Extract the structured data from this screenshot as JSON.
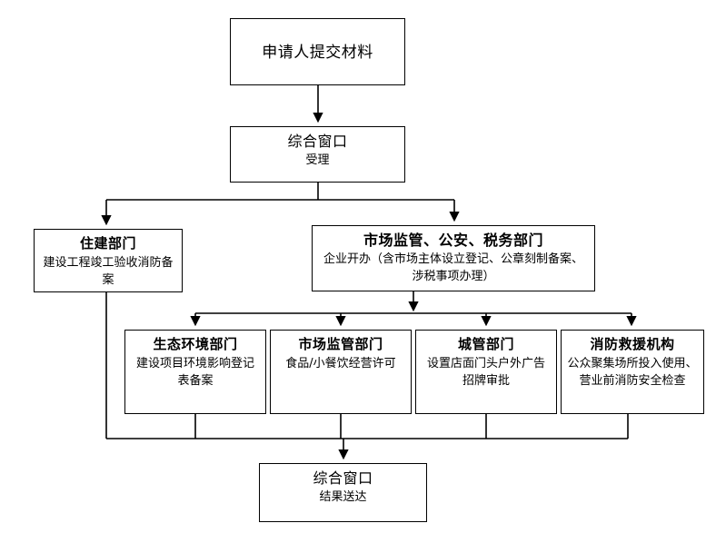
{
  "diagram": {
    "type": "flowchart",
    "orientation": "top-down",
    "background_color": "#ffffff",
    "line_color": "#000000",
    "box_border_color": "#000000",
    "nodes": [
      {
        "id": "apply",
        "title": "申请人提交材料",
        "body": ""
      },
      {
        "id": "window_in",
        "title": "综合窗口",
        "body": "受理"
      },
      {
        "id": "housing",
        "title": "住建部门",
        "body": "建设工程竣工验收消防备案"
      },
      {
        "id": "market_public_tax",
        "title": "市场监管、公安、税务部门",
        "body": "企业开办（含市场主体设立登记、公章刻制备案、涉税事项办理）"
      },
      {
        "id": "eco",
        "title": "生态环境部门",
        "body": "建设项目环境影响登记表备案"
      },
      {
        "id": "market",
        "title": "市场监管部门",
        "body": "食品/小餐饮经营许可"
      },
      {
        "id": "urban",
        "title": "城管部门",
        "body": "设置店面门头户外广告招牌审批"
      },
      {
        "id": "fire",
        "title": "消防救援机构",
        "body": "公众聚集场所投入使用、营业前消防安全检查"
      },
      {
        "id": "window_out",
        "title": "综合窗口",
        "body": "结果送达"
      }
    ]
  }
}
